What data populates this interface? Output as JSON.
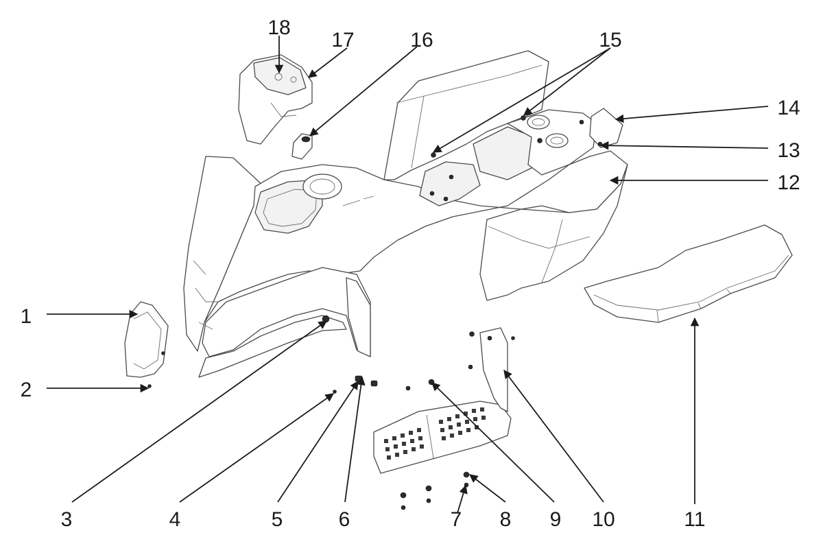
{
  "diagram": {
    "callouts": [
      {
        "id": "1",
        "label": "1"
      },
      {
        "id": "2",
        "label": "2"
      },
      {
        "id": "3",
        "label": "3"
      },
      {
        "id": "4",
        "label": "4"
      },
      {
        "id": "5",
        "label": "5"
      },
      {
        "id": "6",
        "label": "6"
      },
      {
        "id": "7",
        "label": "7"
      },
      {
        "id": "8",
        "label": "8"
      },
      {
        "id": "9",
        "label": "9"
      },
      {
        "id": "10",
        "label": "10"
      },
      {
        "id": "11",
        "label": "11"
      },
      {
        "id": "12",
        "label": "12"
      },
      {
        "id": "13",
        "label": "13"
      },
      {
        "id": "14",
        "label": "14"
      },
      {
        "id": "15",
        "label": "15"
      },
      {
        "id": "16",
        "label": "16"
      },
      {
        "id": "17",
        "label": "17"
      },
      {
        "id": "18",
        "label": "18"
      }
    ],
    "colors": {
      "line": "#4a4a4a",
      "leader": "#1c1c1c",
      "text": "#1a1a1a",
      "background": "#ffffff"
    }
  }
}
